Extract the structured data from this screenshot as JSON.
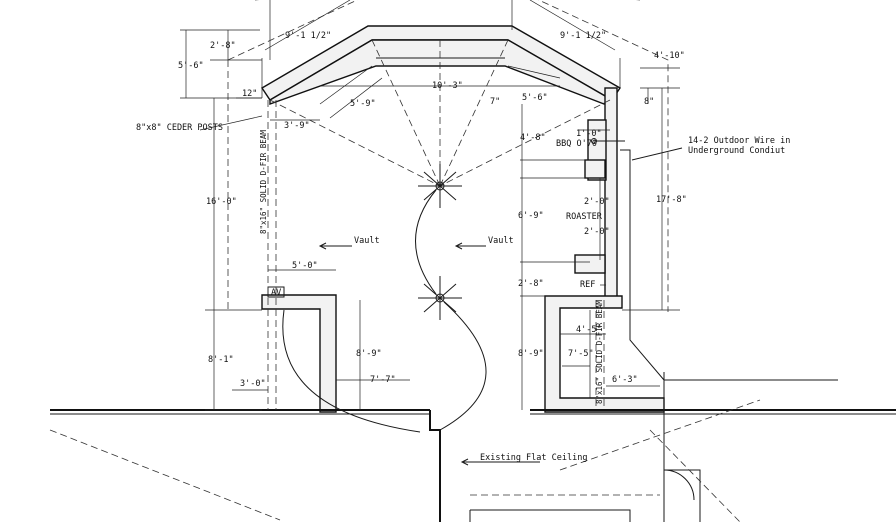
{
  "dimensions": {
    "d_9_1_5_left": "9'-1 1/2\"",
    "d_9_1_5_right": "9'-1 1/2\"",
    "d_2_8_top": "2'-8\"",
    "d_5_6_left": "5'-6\"",
    "d_4_10": "4'-10\"",
    "d_12": "12\"",
    "d_10_3": "10'-3\"",
    "d_7": "7\"",
    "d_8": "8\"",
    "d_5_9": "5'-9\"",
    "d_5_6_mid": "5'-6\"",
    "d_3_9": "3'-9\"",
    "d_4_8": "4'-8\"",
    "d_1_0": "1'-0\"",
    "d_16_0": "16'-0\"",
    "d_17_8": "17'-8\"",
    "d_2_0_a": "2'-0\"",
    "d_6_9_right": "6'-9\"",
    "d_2_0_b": "2'-0\"",
    "d_5_0": "5'-0\"",
    "d_2_8_right": "2'-8\"",
    "d_4_5": "4'-5\"",
    "d_8_9_left": "8'-9\"",
    "d_7_5": "7'-5\"",
    "d_8_1": "8'-1\"",
    "d_8_9_right": "8'-9\"",
    "d_6_3": "6'-3\"",
    "d_3_0": "3'-0\"",
    "d_7_7": "7'-7\""
  },
  "labels": {
    "posts": "8\"x8\" CEDER POSTS",
    "beam_left": "8\"x16\" SOLID D-FIR BEAM",
    "beam_right": "8\"x16\" SOLID D-FIR BEAM",
    "wire_line1": "14-2 Outdoor Wire in",
    "wire_line2": "Underground Condiut",
    "bbq": "BBQ O'70",
    "roaster": "ROASTER",
    "ref": "REF",
    "av": "AV",
    "vault_left": "Vault",
    "vault_right": "Vault",
    "ceiling": "Existing Flat Ceiling"
  }
}
